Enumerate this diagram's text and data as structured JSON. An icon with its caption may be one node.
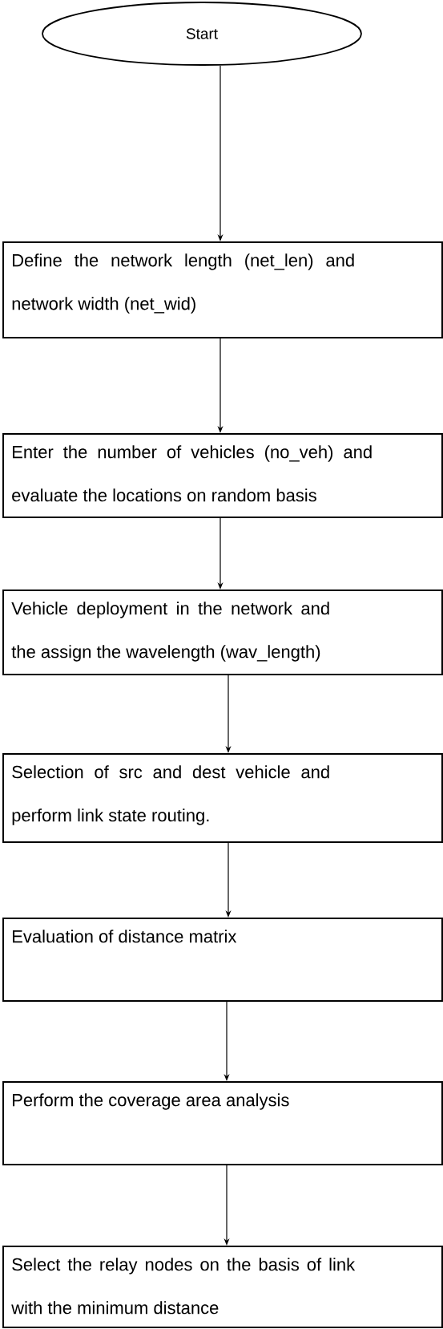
{
  "diagram": {
    "nodes": [
      {
        "text": [
          "Start"
        ]
      },
      {
        "text": [
          "Define the network length (net_len) and network width (net_wid)"
        ]
      },
      {
        "text": [
          "Enter the number of vehicles (no_veh) and evaluate the locations on random basis"
        ]
      },
      {
        "text": [
          "Vehicle deployment in the network and the assign the wavelength (wav_length)"
        ]
      },
      {
        "text": [
          "Selection of src and dest vehicle and perform link state routing."
        ]
      },
      {
        "text": [
          "Evaluation of distance matrix"
        ]
      },
      {
        "text": [
          "Perform the coverage area analysis"
        ]
      },
      {
        "text": [
          "Select the relay nodes on the basis of link with the minimum distance"
        ]
      }
    ],
    "edges": [
      {
        "from": 0,
        "to": 1,
        "arrow": "to"
      },
      {
        "from": 1,
        "to": 2,
        "arrow": "to"
      },
      {
        "from": 2,
        "to": 3,
        "arrow": "to"
      },
      {
        "from": 3,
        "to": 4,
        "arrow": "to"
      },
      {
        "from": 4,
        "to": 5,
        "arrow": "to"
      },
      {
        "from": 5,
        "to": 6,
        "arrow": "to"
      },
      {
        "from": 6,
        "to": 7,
        "arrow": "to"
      }
    ]
  }
}
